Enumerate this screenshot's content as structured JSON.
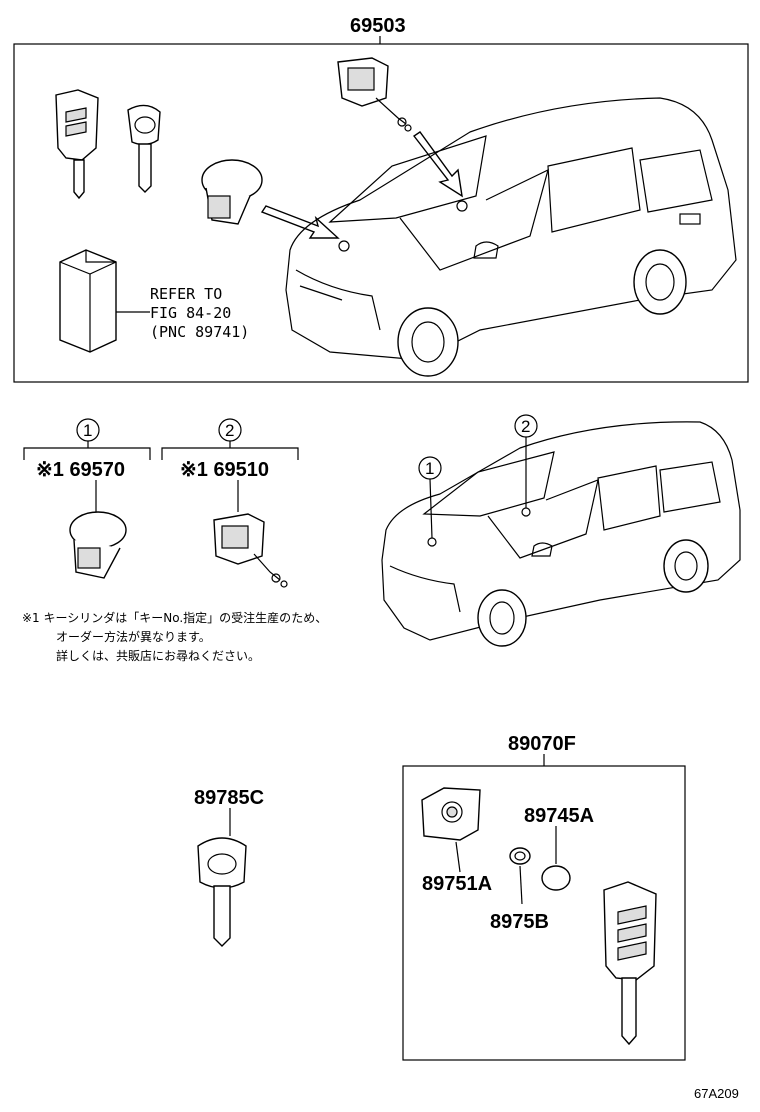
{
  "parts": {
    "main_assembly": "69503",
    "refer_line1": "REFER TO",
    "refer_line2": "FIG 84-20",
    "refer_line3": "(PNC 89741)",
    "callout_1": "1",
    "callout_2": "2",
    "part_69570": "※1 69570",
    "part_69510": "※1 69510",
    "note_line1": "※1  キーシリンダは「キーNo.指定」の受注生産のため、",
    "note_line2": "オーダー方法が異なります。",
    "note_line3": "詳しくは、共販店にお尋ねください。",
    "part_89785C": "89785C",
    "part_89070F": "89070F",
    "part_89745A": "89745A",
    "part_89751A": "89751A",
    "part_8975B": "8975B",
    "figure_code": "67A209"
  }
}
